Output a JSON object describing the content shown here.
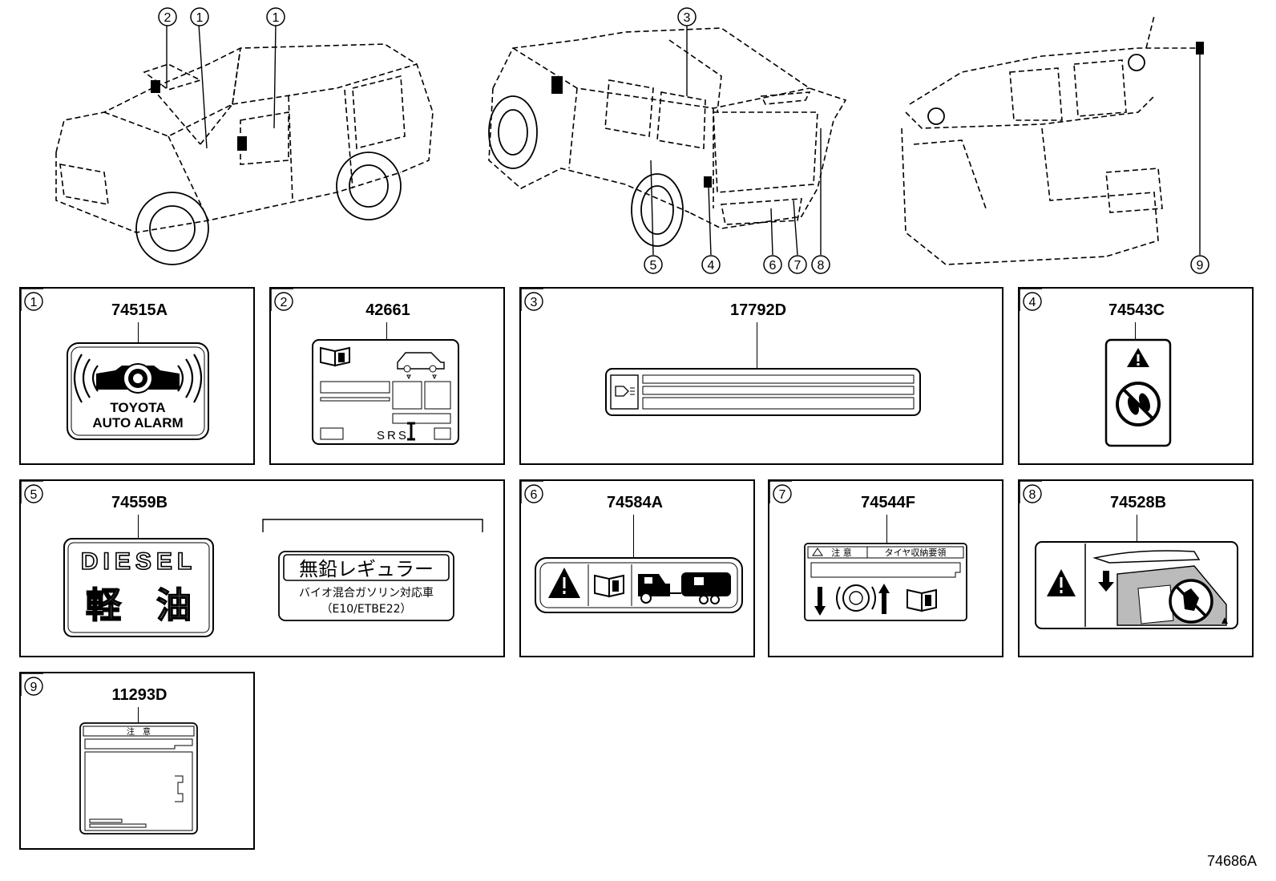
{
  "figure_code": "74686A",
  "callouts_top": [
    "2",
    "1",
    "1",
    "3",
    "5",
    "4",
    "6",
    "7",
    "8",
    "9"
  ],
  "panels": [
    {
      "num": "1",
      "code": "74515A",
      "label_lines": [
        "TOYOTA",
        "AUTO ALARM"
      ]
    },
    {
      "num": "2",
      "code": "42661",
      "label_text": "SRS"
    },
    {
      "num": "3",
      "code": "17792D"
    },
    {
      "num": "4",
      "code": "74543C"
    },
    {
      "num": "5",
      "code": "74559B",
      "diesel": "DIESEL",
      "diesel_jp": "軽　油",
      "regular_title": "無鉛レギュラー",
      "regular_line1": "バイオ混合ガソリン対応車",
      "regular_line2": "（E10/ETBE22）"
    },
    {
      "num": "6",
      "code": "74584A"
    },
    {
      "num": "7",
      "code": "74544F",
      "header_left": "注 意",
      "header_right": "タイヤ収納要領"
    },
    {
      "num": "8",
      "code": "74528B"
    },
    {
      "num": "9",
      "code": "11293D",
      "header": "注　意"
    }
  ]
}
